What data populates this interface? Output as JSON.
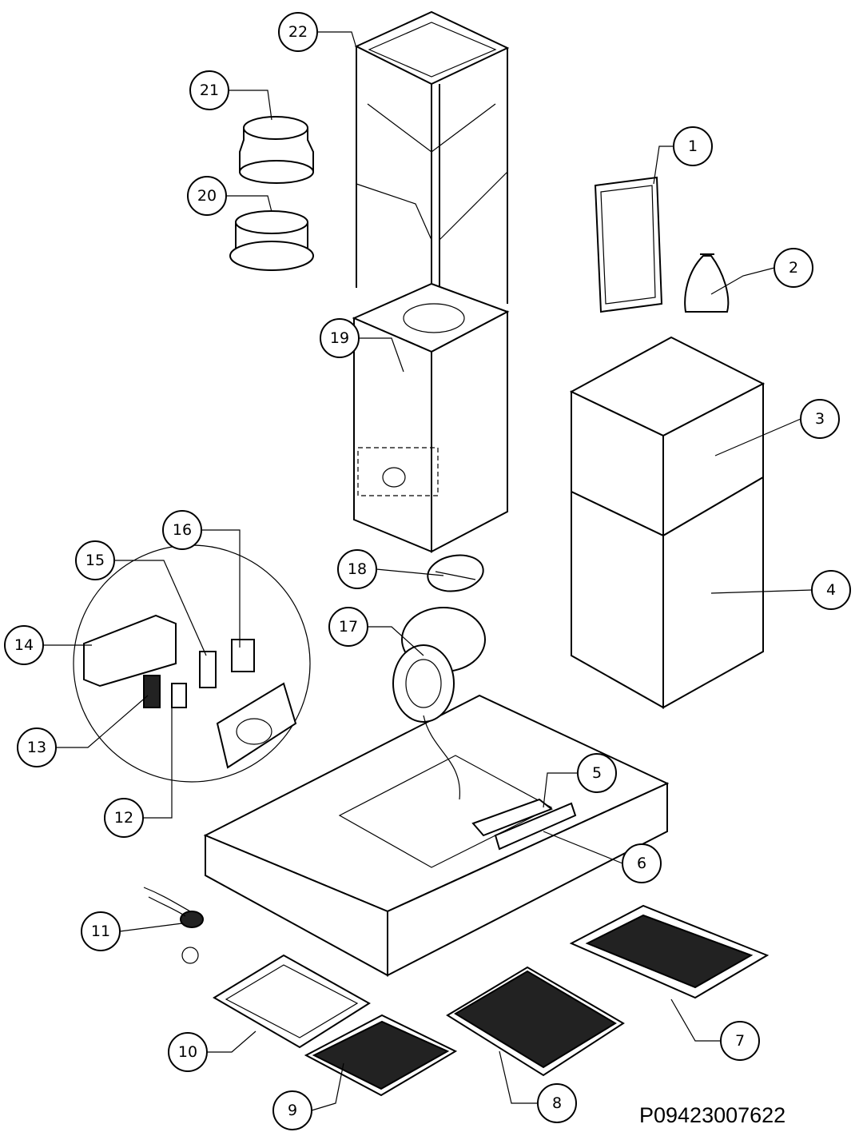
{
  "drawing_code": "P09423007622",
  "callouts": [
    "1",
    "2",
    "3",
    "4",
    "5",
    "6",
    "7",
    "8",
    "9",
    "10",
    "11",
    "12",
    "13",
    "14",
    "15",
    "16",
    "17",
    "18",
    "19",
    "20",
    "21",
    "22"
  ]
}
